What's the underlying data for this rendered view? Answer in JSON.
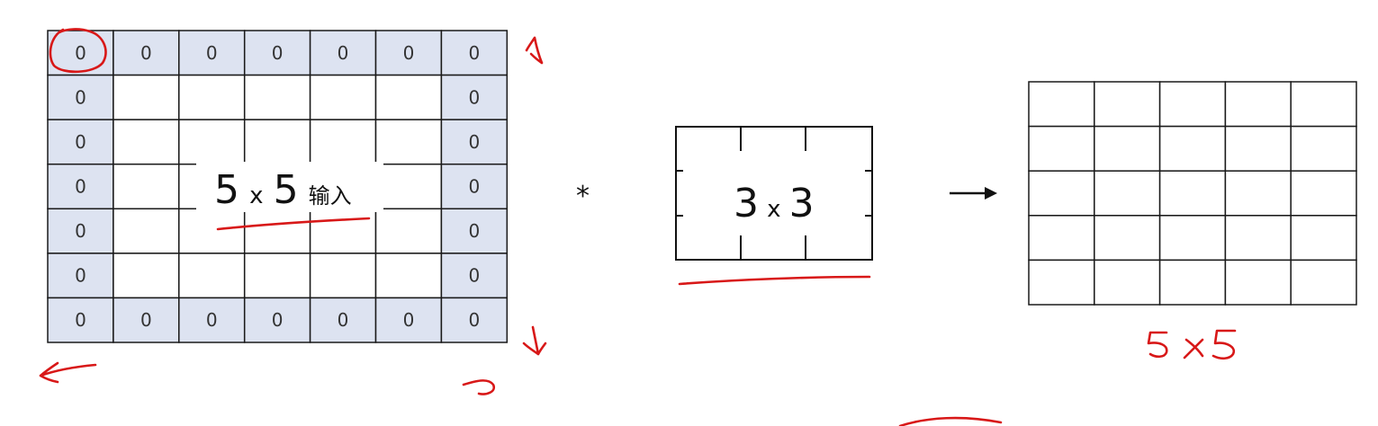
{
  "input_grid": {
    "rows": 7,
    "cols": 7,
    "pad_value": "0",
    "label_number_a": "5",
    "label_times": "x",
    "label_number_b": "5",
    "label_suffix": "输入",
    "pad_fill": "#dde3f1"
  },
  "operator": "*",
  "kernel": {
    "label_number_a": "3",
    "label_times": "x",
    "label_number_b": "3"
  },
  "arrow": "→",
  "output_grid": {
    "rows": 5,
    "cols": 5
  },
  "annotations": {
    "ink_color": "#d81818",
    "output_size_handwritten": "5×5"
  }
}
